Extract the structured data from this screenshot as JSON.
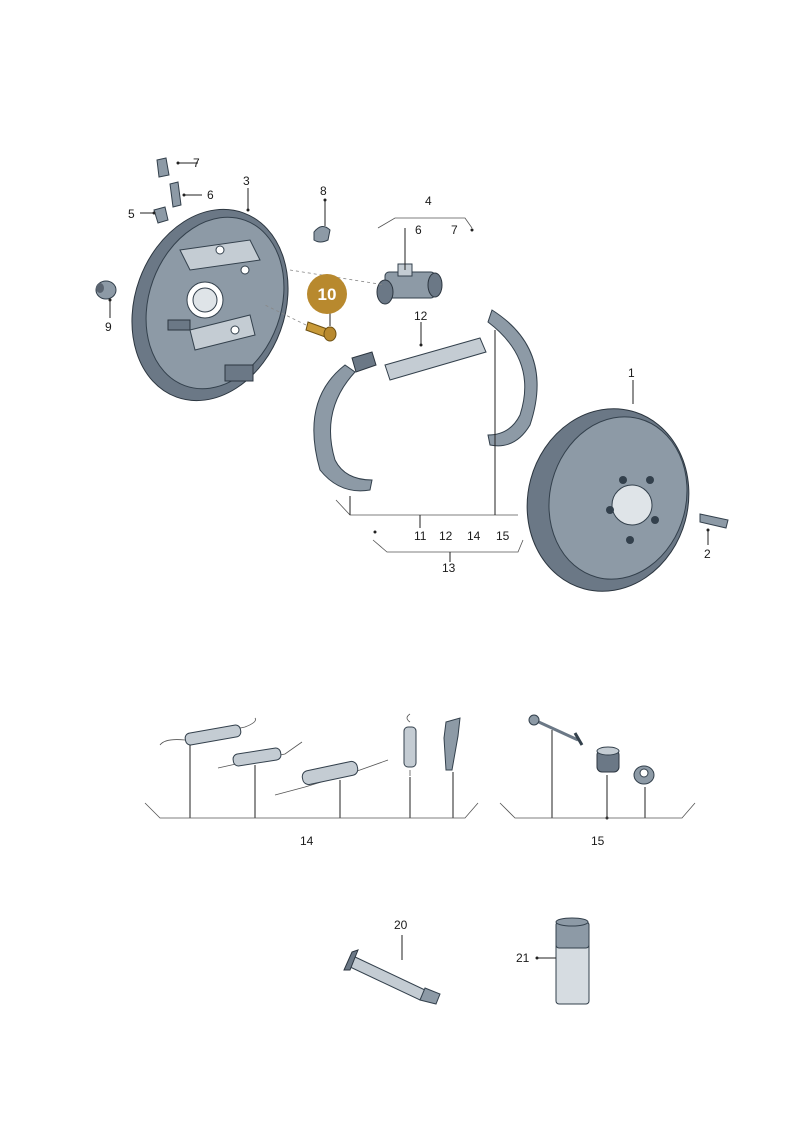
{
  "labels": {
    "p1": "1",
    "p2": "2",
    "p3": "3",
    "p4": "4",
    "p5": "5",
    "p6": "6",
    "p7": "7",
    "p8": "8",
    "p9": "9",
    "p10": "10",
    "p12": "12",
    "p13": "13",
    "p14": "14",
    "p15": "15",
    "p20": "20",
    "p21": "21",
    "g4_6": "6",
    "g4_7": "7",
    "g13_11": "11",
    "g13_12": "12",
    "g13_14": "14",
    "g13_15": "15"
  },
  "colors": {
    "highlight_fill": "#b8892e",
    "highlight_text": "#ffffff",
    "part_mid": "#8d9aa6",
    "part_dark": "#6b7886",
    "part_light": "#c4ccd3"
  }
}
